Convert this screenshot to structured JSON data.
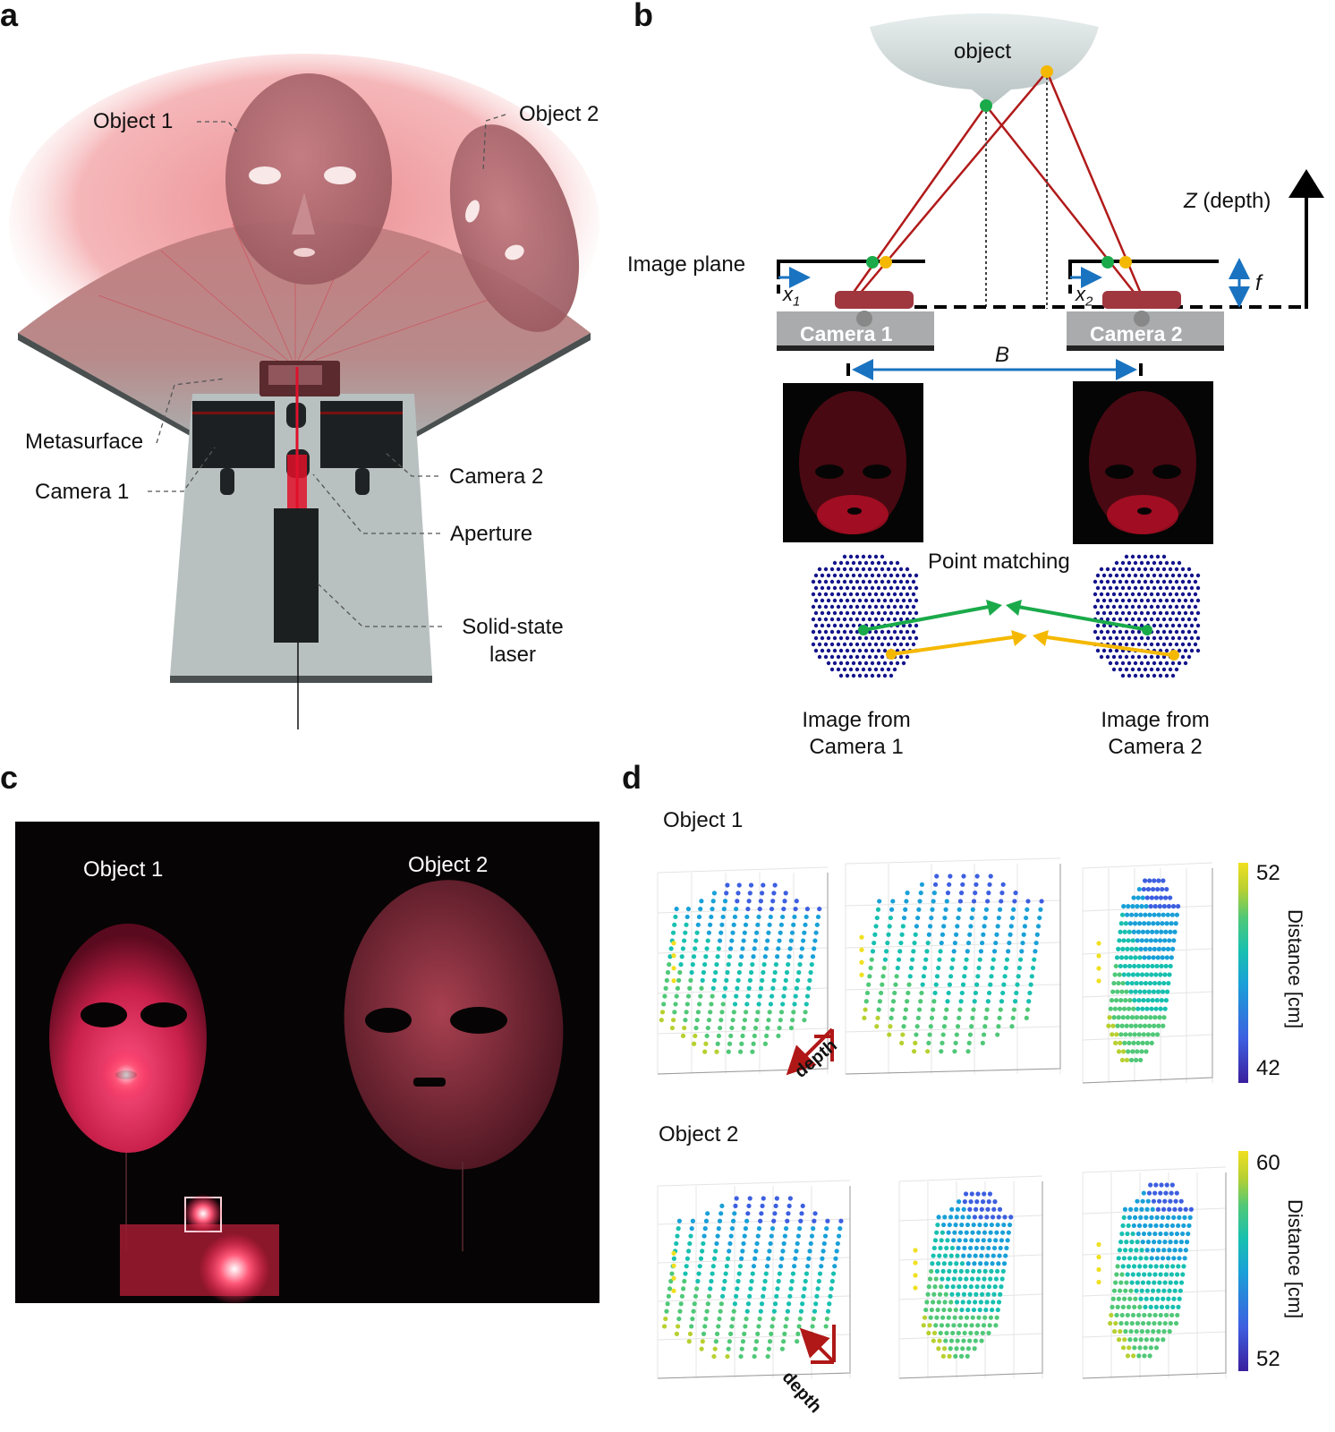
{
  "panels": {
    "a": {
      "label": "a",
      "callouts": {
        "object1": "Object 1",
        "object2": "Object 2",
        "metasurface": "Metasurface",
        "camera1": "Camera 1",
        "camera2": "Camera 2",
        "aperture": "Aperture",
        "laser_line1": "Solid-state",
        "laser_line2": "laser"
      }
    },
    "b": {
      "label": "b",
      "object_label": "object",
      "image_plane": "Image plane",
      "x1_var": "x",
      "x1_sub": "1",
      "x2_var": "x",
      "x2_sub": "2",
      "camera1": "Camera 1",
      "camera2": "Camera 2",
      "baseline": "B",
      "focal": "f",
      "z_var": "Z",
      "z_desc": " (depth)",
      "point_matching": "Point matching",
      "image_cam1_line1": "Image from",
      "image_cam1_line2": "Camera 1",
      "image_cam2_line1": "Image from",
      "image_cam2_line2": "Camera 2"
    },
    "c": {
      "label": "c",
      "object1": "Object 1",
      "object2": "Object 2"
    },
    "d": {
      "label": "d",
      "object1_title": "Object 1",
      "object2_title": "Object 2",
      "depth_axis": "depth",
      "colorbar_label": "Distance [cm]",
      "colorbar1": {
        "max": "52",
        "min": "42"
      },
      "colorbar2": {
        "max": "60",
        "min": "52"
      }
    }
  },
  "colors": {
    "ray": "#b11a1a",
    "green_point": "#1aaa4a",
    "yellow_point": "#f5b800",
    "blue_arrow": "#1a73c0",
    "dot_blue": "#14148c",
    "laser_red": "#e0102a",
    "colormap": [
      "#3b1f9e",
      "#3d5fe0",
      "#1aa0d8",
      "#18c0b0",
      "#50c878",
      "#b8d030",
      "#f0e020"
    ]
  },
  "chart_data": [
    {
      "type": "scatter",
      "title": "Object 1",
      "colorbar": {
        "label": "Distance [cm]",
        "range": [
          42,
          52
        ]
      },
      "views": 3
    },
    {
      "type": "scatter",
      "title": "Object 2",
      "colorbar": {
        "label": "Distance [cm]",
        "range": [
          52,
          60
        ]
      },
      "views": 3
    }
  ]
}
